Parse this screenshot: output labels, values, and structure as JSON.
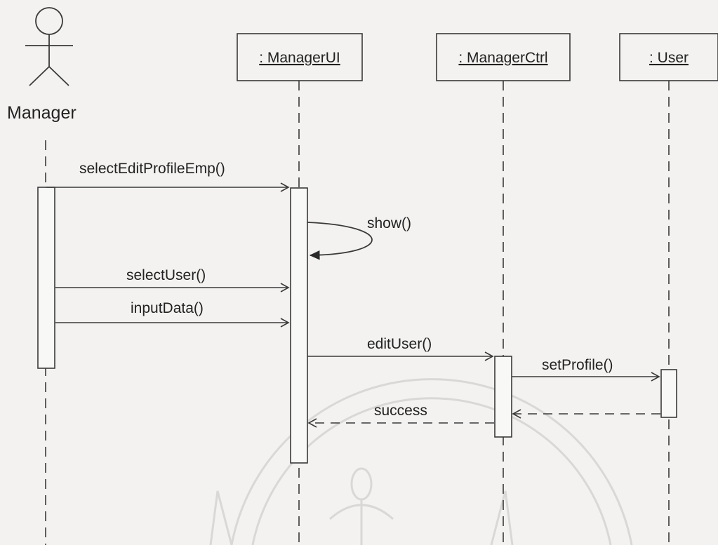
{
  "colors": {
    "background": "#f3f2f0",
    "line": "#3a3a3a",
    "watermark": "#d9d8d6"
  },
  "actor": {
    "name": "Manager"
  },
  "lifelines": [
    {
      "id": "ui",
      "label": ": ManagerUI"
    },
    {
      "id": "ctrl",
      "label": ": ManagerCtrl"
    },
    {
      "id": "user",
      "label": ": User"
    }
  ],
  "messages": [
    {
      "label": "selectEditProfileEmp()",
      "from": "Manager",
      "to": ": ManagerUI",
      "kind": "call"
    },
    {
      "label": "show()",
      "from": ": ManagerUI",
      "to": ": ManagerUI",
      "kind": "self"
    },
    {
      "label": "selectUser()",
      "from": "Manager",
      "to": ": ManagerUI",
      "kind": "call"
    },
    {
      "label": "inputData()",
      "from": "Manager",
      "to": ": ManagerUI",
      "kind": "call"
    },
    {
      "label": "editUser()",
      "from": ": ManagerUI",
      "to": ": ManagerCtrl",
      "kind": "call"
    },
    {
      "label": "setProfile()",
      "from": ": ManagerCtrl",
      "to": ": User",
      "kind": "call"
    },
    {
      "label": "",
      "from": ": User",
      "to": ": ManagerCtrl",
      "kind": "return"
    },
    {
      "label": "success",
      "from": ": ManagerCtrl",
      "to": ": ManagerUI",
      "kind": "return"
    }
  ]
}
